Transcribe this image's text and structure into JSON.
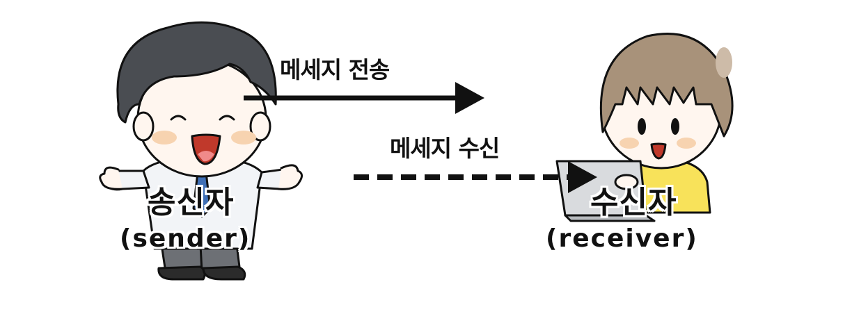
{
  "sender": {
    "title": "송신자",
    "subtitle": "(sender)",
    "figure_icon": "man-waving-icon"
  },
  "receiver": {
    "title": "수신자",
    "subtitle": "(receiver)",
    "figure_icon": "girl-with-laptop-icon"
  },
  "edges": {
    "send_label": "메세지 전송",
    "receive_label": "메세지 수신"
  },
  "colors": {
    "ink": "#111111",
    "sender_hair": "#4a4d52",
    "receiver_hair": "#a8927a",
    "skin": "#fff6ef",
    "blush": "#f7d3b0",
    "shirt": "#f2f4f7",
    "tie": "#3f6fb5",
    "sweater": "#f8e25a",
    "laptop": "#d9dbde"
  }
}
